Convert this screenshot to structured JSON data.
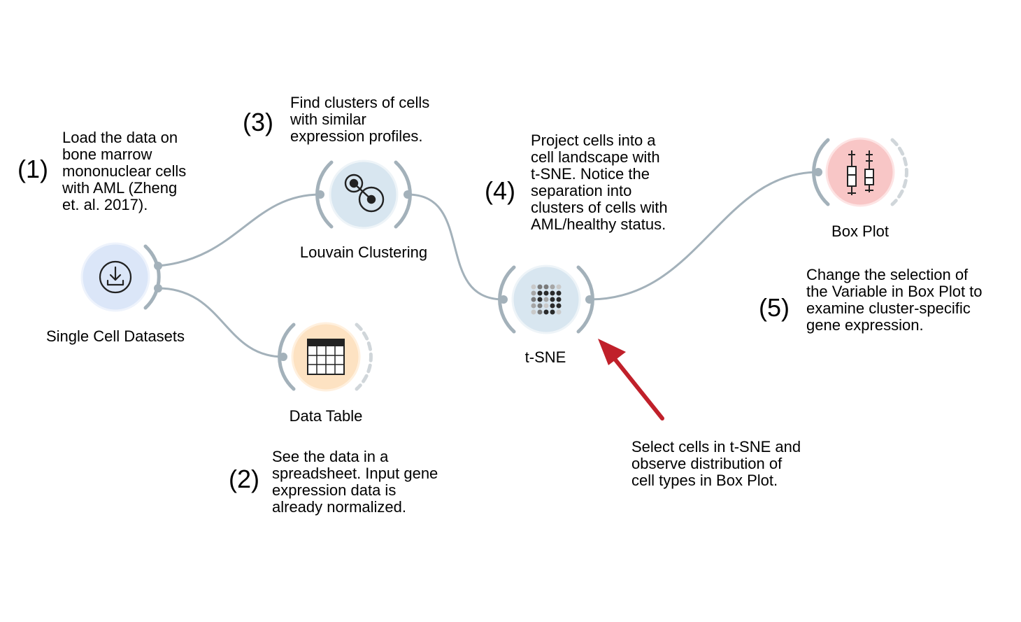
{
  "widgets": [
    {
      "id": "single-cell-datasets",
      "label": "Single Cell Datasets",
      "icon": "download-icon",
      "color": "#dbe6f8"
    },
    {
      "id": "data-table",
      "label": "Data Table",
      "icon": "table-icon",
      "color": "#fde2c2"
    },
    {
      "id": "louvain-clustering",
      "label": "Louvain Clustering",
      "icon": "clustering-icon",
      "color": "#d8e6f0"
    },
    {
      "id": "t-sne",
      "label": "t-SNE",
      "icon": "dot-matrix-icon",
      "color": "#d8e6f0"
    },
    {
      "id": "box-plot",
      "label": "Box Plot",
      "icon": "box-plot-icon",
      "color": "#f8c6c6"
    }
  ],
  "annotations": [
    {
      "num": "(1)",
      "text": "Load the data on\nbone marrow\nmononuclear cells\nwith AML (Zheng\net. al. 2017)."
    },
    {
      "num": "(2)",
      "text": "See the data in a\nspreadsheet. Input gene\nexpression data is\nalready normalized."
    },
    {
      "num": "(3)",
      "text": "Find clusters of cells\nwith similar\nexpression profiles."
    },
    {
      "num": "(4)",
      "text": "Project cells into a\ncell landscape with\nt-SNE. Notice the\nseparation into\nclusters of cells with\nAML/healthy status."
    },
    {
      "num": "(5)",
      "text": "Change the selection of\nthe Variable in Box Plot to\nexamine cluster-specific\ngene expression."
    }
  ],
  "callout": {
    "text": "Select cells in t-SNE and\nobserve distribution of\ncell types in Box Plot.",
    "arrow_color": "#c0202a"
  },
  "link_color": "#a3b1ba"
}
